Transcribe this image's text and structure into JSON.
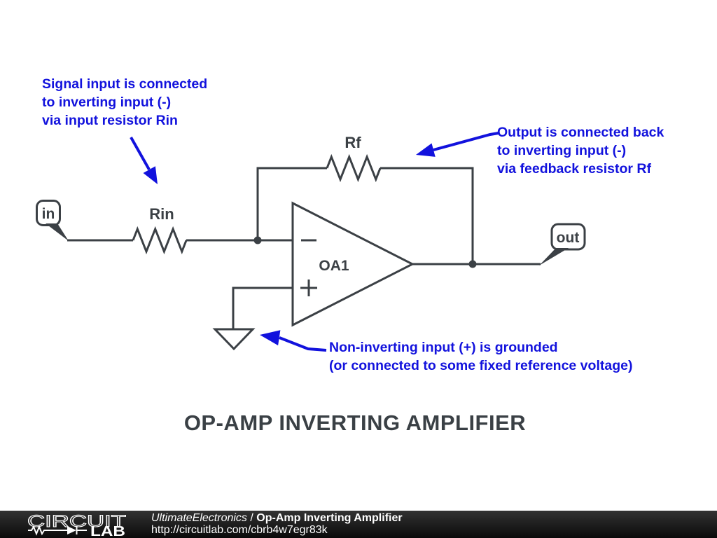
{
  "diagram": {
    "title": "OP-AMP INVERTING AMPLIFIER",
    "components": {
      "rin_label": "Rin",
      "rf_label": "Rf",
      "opamp_label": "OA1",
      "in_terminal": "in",
      "out_terminal": "out",
      "inverting_input_symbol": "−",
      "noninverting_input_symbol": "+"
    },
    "annotations": {
      "signal_input": {
        "lines": [
          "Signal input is connected",
          "to inverting input (-)",
          "via input resistor Rin"
        ]
      },
      "feedback": {
        "lines": [
          "Output is connected back",
          "to inverting input (-)",
          "via feedback resistor Rf"
        ]
      },
      "ground": {
        "lines": [
          "Non-inverting input (+) is grounded",
          "(or connected to some fixed reference voltage)"
        ]
      }
    },
    "colors": {
      "annotation_blue": "#1212dd",
      "wire_gray": "#3b4045"
    }
  },
  "footer": {
    "logo": {
      "word_top": "CIRCUIT",
      "word_bottom": "LAB"
    },
    "breadcrumb": {
      "author": "UltimateElectronics",
      "separator": " / ",
      "title": "Op-Amp Inverting Amplifier"
    },
    "url": "http://circuitlab.com/cbrb4w7egr83k"
  }
}
